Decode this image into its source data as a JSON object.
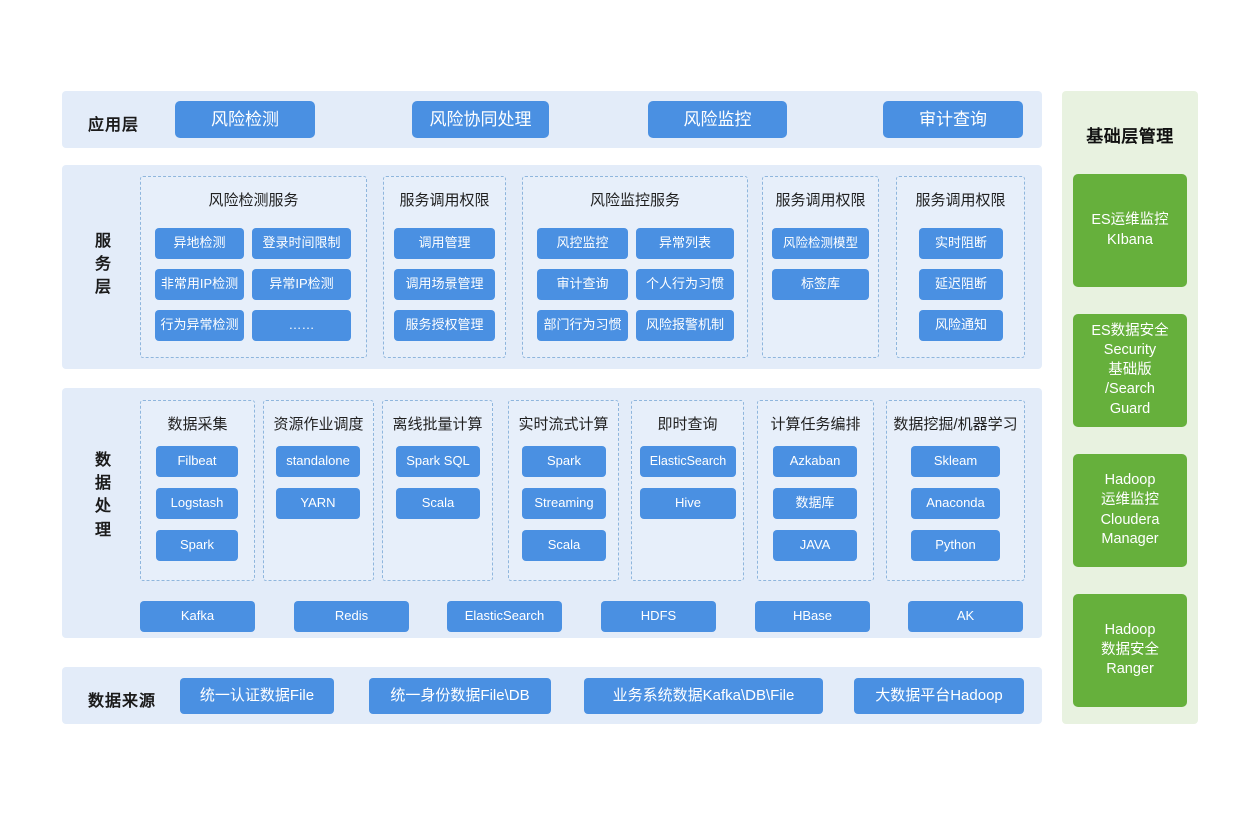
{
  "layers": {
    "application": {
      "label": "应用层",
      "items": [
        "风险检测",
        "风险协同处理",
        "风险监控",
        "审计查询"
      ]
    },
    "service": {
      "label": "服务层",
      "groups": [
        {
          "title": "风险检测服务",
          "items": [
            "异地检测",
            "登录时间限制",
            "非常用IP检测",
            "异常IP检测",
            "行为异常检测",
            "……"
          ]
        },
        {
          "title": "服务调用权限",
          "items": [
            "调用管理",
            "调用场景管理",
            "服务授权管理"
          ]
        },
        {
          "title": "风险监控服务",
          "items": [
            "风控监控",
            "异常列表",
            "审计查询",
            "个人行为习惯",
            "部门行为习惯",
            "风险报警机制"
          ]
        },
        {
          "title": "服务调用权限",
          "items": [
            "风险检测模型",
            "标签库"
          ]
        },
        {
          "title": "服务调用权限",
          "items": [
            "实时阻断",
            "延迟阻断",
            "风险通知"
          ]
        }
      ]
    },
    "data_processing": {
      "label": "数据处理",
      "groups": [
        {
          "title": "数据采集",
          "items": [
            "Filbeat",
            "Logstash",
            "Spark"
          ]
        },
        {
          "title": "资源作业调度",
          "items": [
            "standalone",
            "YARN"
          ]
        },
        {
          "title": "离线批量计算",
          "items": [
            "Spark SQL",
            "Scala"
          ]
        },
        {
          "title": "实时流式计算",
          "items": [
            "Spark",
            "Streaming",
            "Scala"
          ]
        },
        {
          "title": "即时查询",
          "items": [
            "ElasticSearch",
            "Hive"
          ]
        },
        {
          "title": "计算任务编排",
          "items": [
            "Azkaban",
            "数据库",
            "JAVA"
          ]
        },
        {
          "title": "数据挖掘/机器学习",
          "items": [
            "Skleam",
            "Anaconda",
            "Python"
          ]
        }
      ],
      "storage": [
        "Kafka",
        "Redis",
        "ElasticSearch",
        "HDFS",
        "HBase",
        "AK"
      ]
    },
    "data_source": {
      "label": "数据来源",
      "items": [
        "统一认证数据File",
        "统一身份数据File\\DB",
        "业务系统数据Kafka\\DB\\File",
        "大数据平台Hadoop"
      ]
    }
  },
  "infrastructure": {
    "title": "基础层管理",
    "cards": [
      "ES运维监控\nKIbana",
      "ES数据安全\nSecurity\n基础版\n/Search\nGuard",
      "Hadoop\n运维监控\nCloudera\nManager",
      "Hadoop\n数据安全\nRanger"
    ]
  },
  "colors": {
    "accent_blue": "#4a90e2",
    "panel_blue": "#e3ecf9",
    "group_blue": "#e7effa",
    "dashed_border": "#8fb6dd",
    "accent_green": "#66b03c",
    "panel_green": "#e8f2e0"
  }
}
